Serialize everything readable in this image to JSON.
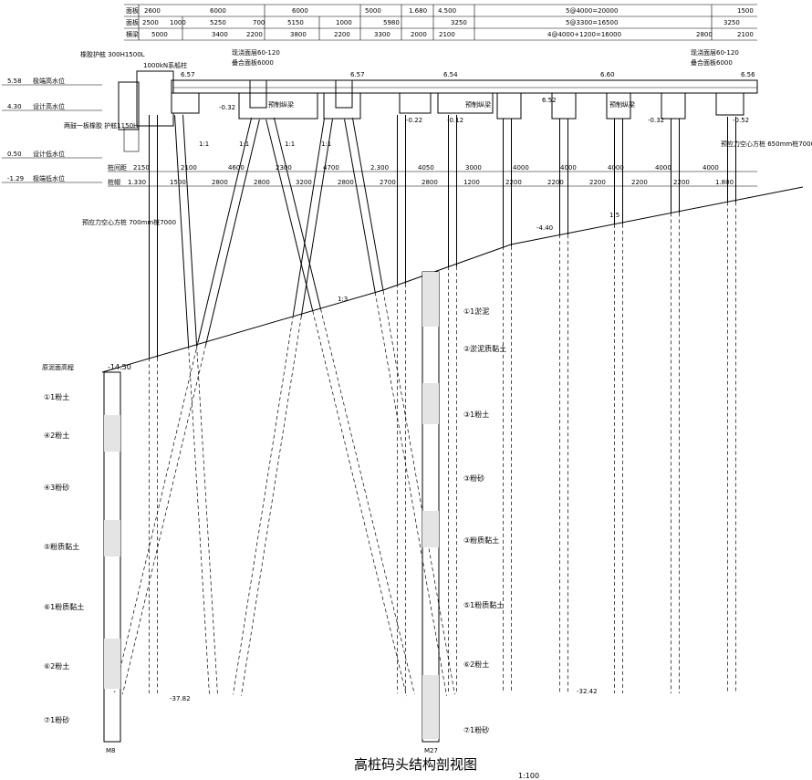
{
  "title": "高桩码头结构剖视图",
  "scale": "1:100",
  "dim_rows": {
    "row1": {
      "label": "面板",
      "values": [
        "2600",
        "6000",
        "6000",
        "5000",
        "1.680",
        "4.500",
        "5@4000=20000",
        "1500"
      ]
    },
    "row2": {
      "label": "面板",
      "values": [
        "2500",
        "1000",
        "5250",
        "700",
        "5150",
        "1000",
        "5980",
        "3250",
        "5@3300=16500",
        "3250"
      ]
    },
    "row3": {
      "label": "横梁",
      "values": [
        "5000",
        "3400",
        "2200",
        "3800",
        "2200",
        "3300",
        "2000",
        "2100",
        "4@4000+1200=16000",
        "2800",
        "2100"
      ]
    }
  },
  "levels": [
    {
      "value": "5.58",
      "label": "极端高水位"
    },
    {
      "value": "4.30",
      "label": "设计高水位"
    },
    {
      "value": "0.50",
      "label": "设计低水位"
    },
    {
      "value": "-1.29",
      "label": "极端低水位"
    }
  ],
  "callouts": {
    "bollard": "1000kN系船柱",
    "fender": "橡胶护舷 300H1500L",
    "armor": "两鼓一板橡胶 护舷1150H",
    "slab_left": "现浇面层60-120",
    "slab_left2": "叠合面板6000",
    "slab_right": "现浇面层60-120",
    "slab_right2": "叠合面板6000",
    "beam_label": "预制纵梁",
    "pile_left": "预应力空心方桩 700mm桩7000",
    "pile_right": "预应力空心方桩 650mm桩7000",
    "seabed": "原泥面高程"
  },
  "elevations_top": [
    "6.57",
    "6.57",
    "6.54",
    "6.60",
    "6.56",
    "6.52"
  ],
  "elevations_beam": [
    "-0.32",
    "-0.22",
    "-0.12",
    "-0.32",
    "-0.52"
  ],
  "row_labels": [
    "桩间距",
    "桩帽"
  ],
  "row_a": [
    "2150",
    "2100",
    "4600",
    "2300",
    "4700",
    "2.300",
    "4050",
    "3000",
    "4000",
    "4000",
    "4000",
    "4000",
    "4000"
  ],
  "row_b": [
    "1.330",
    "1500",
    "2800",
    "2800",
    "3200",
    "2800",
    "2700",
    "2800",
    "1200",
    "2200",
    "2200",
    "2200",
    "2200",
    "2200",
    "1.800"
  ],
  "seabed_values": [
    "-14.50",
    "-4.40",
    "1:5",
    "1:3"
  ],
  "bore_left": {
    "id": "M8",
    "layers": [
      "①1粉土",
      "④2粉土",
      "④3粉砂",
      "⑤粉质黏土",
      "⑥1粉质黏土",
      "⑥2粉土",
      "⑦1粉砂"
    ]
  },
  "bore_right": {
    "id": "M27",
    "layers": [
      "①1淤泥",
      "②淤泥质黏土",
      "③1粉土",
      "③粉砂",
      "③粉质黏土",
      "⑤1粉质黏土",
      "⑥2粉土",
      "⑦1粉砂"
    ]
  },
  "pile_tips": [
    "-37.82",
    "-32.42"
  ],
  "slope_labels": [
    "1:1",
    "1:1",
    "1:1",
    "1:1"
  ]
}
